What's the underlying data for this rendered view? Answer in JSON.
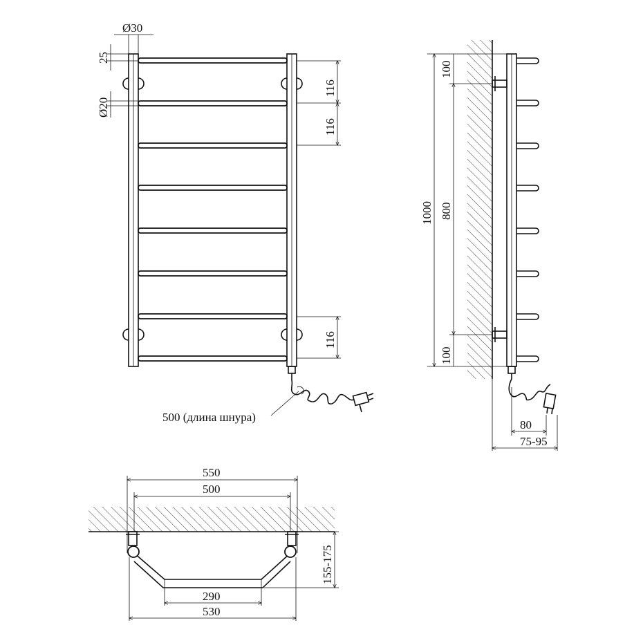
{
  "front_view": {
    "labels": {
      "tube_diameter": "Ø30",
      "bar_diameter": "Ø20",
      "top_offset": "25",
      "spacing_a": "116",
      "spacing_b": "116",
      "spacing_c": "116"
    },
    "cord_label": "500 (длина шнура)"
  },
  "side_view": {
    "labels": {
      "total_height": "1000",
      "mount_span": "800",
      "top_margin": "100",
      "bottom_margin": "100",
      "depth": "80",
      "wall_gap": "75-95"
    }
  },
  "top_view": {
    "labels": {
      "outer_width": "550",
      "mount_width": "500",
      "inner_width": "290",
      "bottom_width": "530",
      "projection": "155-175"
    }
  },
  "colors": {
    "line": "#111111",
    "background": "#ffffff"
  }
}
